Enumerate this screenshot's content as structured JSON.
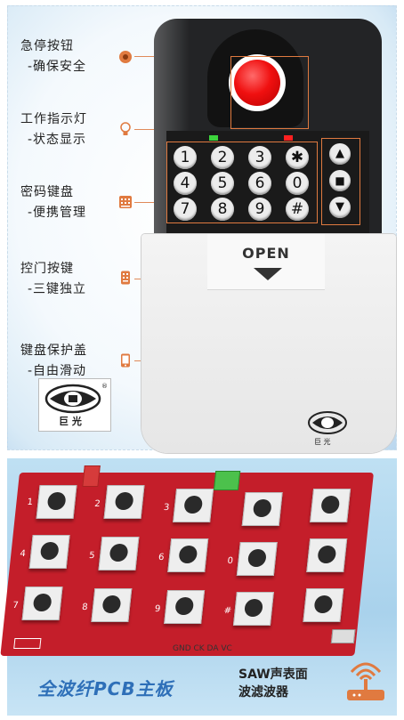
{
  "features": [
    {
      "title": "急停按钮",
      "subtitle": "-确保安全",
      "icon": "emergency-stop-icon"
    },
    {
      "title": "工作指示灯",
      "subtitle": "-状态显示",
      "icon": "bulb-icon"
    },
    {
      "title": "密码键盘",
      "subtitle": "-便携管理",
      "icon": "keypad-icon"
    },
    {
      "title": "控门按键",
      "subtitle": "-三键独立",
      "icon": "remote-icon"
    },
    {
      "title": "键盘保护盖",
      "subtitle": "-自由滑动",
      "icon": "phone-icon"
    }
  ],
  "keypad": {
    "keys": [
      "1",
      "2",
      "3",
      "✱",
      "4",
      "5",
      "6",
      "0",
      "7",
      "8",
      "9",
      "#"
    ],
    "controls": [
      "▲",
      "■",
      "▼"
    ]
  },
  "cover": {
    "open_label": "OPEN"
  },
  "brand": {
    "text": "巨  光",
    "registered": "®"
  },
  "pcb": {
    "labels": [
      "1",
      "2",
      "3",
      "4",
      "5",
      "6",
      "7",
      "8",
      "9",
      "0",
      "#"
    ],
    "pins": "GND CK DA VC",
    "title": "全波纤PCB主板",
    "saw_line1": "SAW声表面",
    "saw_line2": "波滤波器"
  },
  "colors": {
    "accent": "#e07a40",
    "stop_red": "#f01010",
    "led_green": "#3cd43c",
    "pcb_red": "#c41e2a",
    "title_blue": "#2e6fb8"
  }
}
